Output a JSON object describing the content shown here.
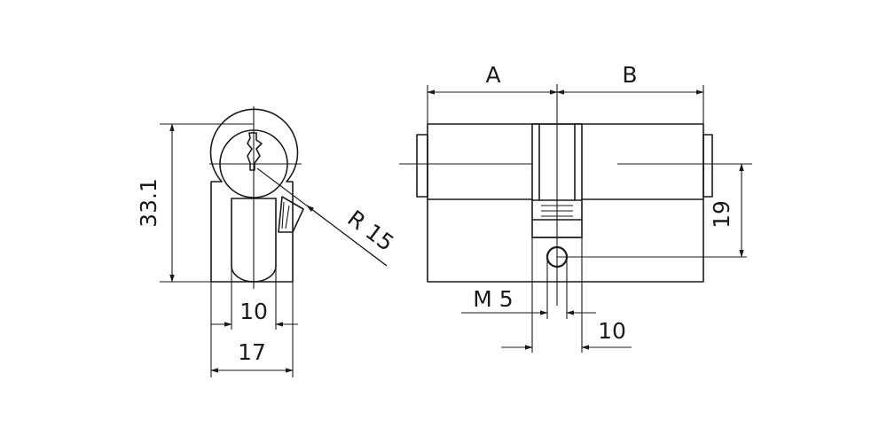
{
  "front_view": {
    "dim_height": "33.1",
    "dim_inner_width": "10",
    "dim_outer_width": "17",
    "dim_radius": "R 15"
  },
  "side_view": {
    "dim_a": "A",
    "dim_b": "B",
    "dim_screw": "M 5",
    "dim_screw_offset": "10",
    "dim_screw_height": "19"
  }
}
